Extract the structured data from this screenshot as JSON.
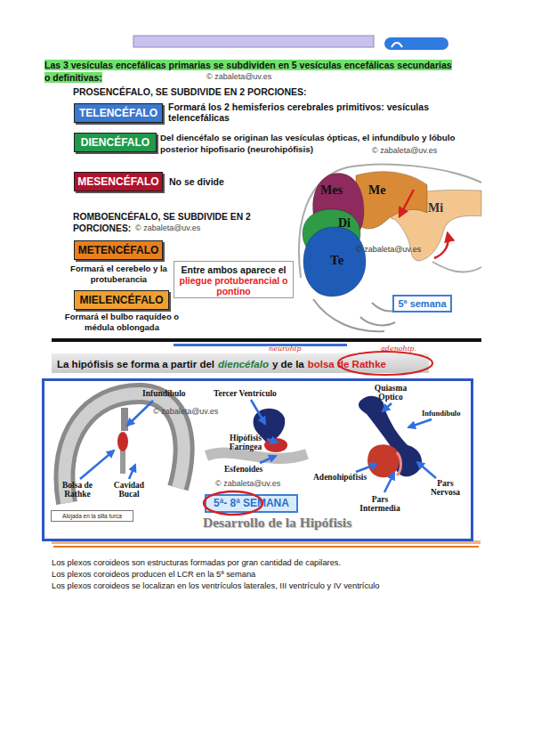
{
  "diagram": {
    "nodes": [
      {
        "text": [
          "TELENCÉFALO"
        ]
      },
      {
        "text": [
          "DIENCÉFALO"
        ]
      },
      {
        "text": [
          "MESENCÉFALO"
        ]
      },
      {
        "text": [
          "METENCÉFALO"
        ]
      },
      {
        "text": [
          "MIELENCÉFALO"
        ]
      },
      {
        "text": [
          "Entre ambos aparece el",
          "pliegue protuberancial o pontino"
        ]
      },
      {
        "text": [
          "Mes"
        ]
      },
      {
        "text": [
          "Me"
        ]
      },
      {
        "text": [
          "Mi"
        ]
      },
      {
        "text": [
          "Di"
        ]
      },
      {
        "text": [
          "Te"
        ]
      },
      {
        "text": [
          "5ª semana"
        ]
      },
      {
        "text": [
          "La hipófisis se forma a partir del",
          "diencéfalo",
          "y de la",
          "bolsa de Rathke"
        ]
      },
      {
        "text": [
          "Desarrollo de la Hipófisis"
        ]
      },
      {
        "text": [
          "5ª- 8ª SEMANA"
        ],
        "in": 13
      },
      {
        "text": [
          "Alojada en la silla turca"
        ],
        "in": 13
      }
    ],
    "labels": [
      "Las 3 vesículas encefálicas primarias se subdividen en 5 vesículas encefálicas secundarias o definitivas:",
      "© zabaleta@uv.es",
      "PROSENCÉFALO, SE SUBDIVIDE EN 2 PORCIONES:",
      "Formará los 2 hemisferios cerebrales primitivos: vesículas telencefálicas",
      "Del diencéfalo se originan las vesículas ópticas, el infundíbulo y lóbulo posterior hipofisario (neurohipófisis)",
      "© zabaleta@uv.es",
      "No se divide",
      "ROMBOENCÉFALO, SE SUBDIVIDE EN 2 PORCIONES:",
      "© zabaleta@uv.es",
      "Formará el cerebelo y la protuberancia",
      "Formará el bulbo raquídeo o médula oblongada",
      "© zabaleta@uv.es",
      "neurohip",
      "adenohip.",
      "Infundíbulo",
      "© zabaleta@uv.es",
      "Bolsa de Rathke",
      "Cavidad Bucal",
      "Tercer Ventrículo",
      "Hipófisis Faríngea",
      "Esfenoides",
      "© zabaleta@uv.es",
      "Quiasma Optico",
      "Infundíbulo",
      "Adenohipófisis",
      "Pars Nervosa",
      "Pars Intermedia",
      "Los plexos coroideos son estructuras formadas por gran cantidad de capilares.",
      "Los plexos coroideos producen el LCR en la 5ª semana",
      "Los plexos coroideos se localizan en los ventrículos laterales, III ventrículo y IV ventrículo"
    ]
  }
}
